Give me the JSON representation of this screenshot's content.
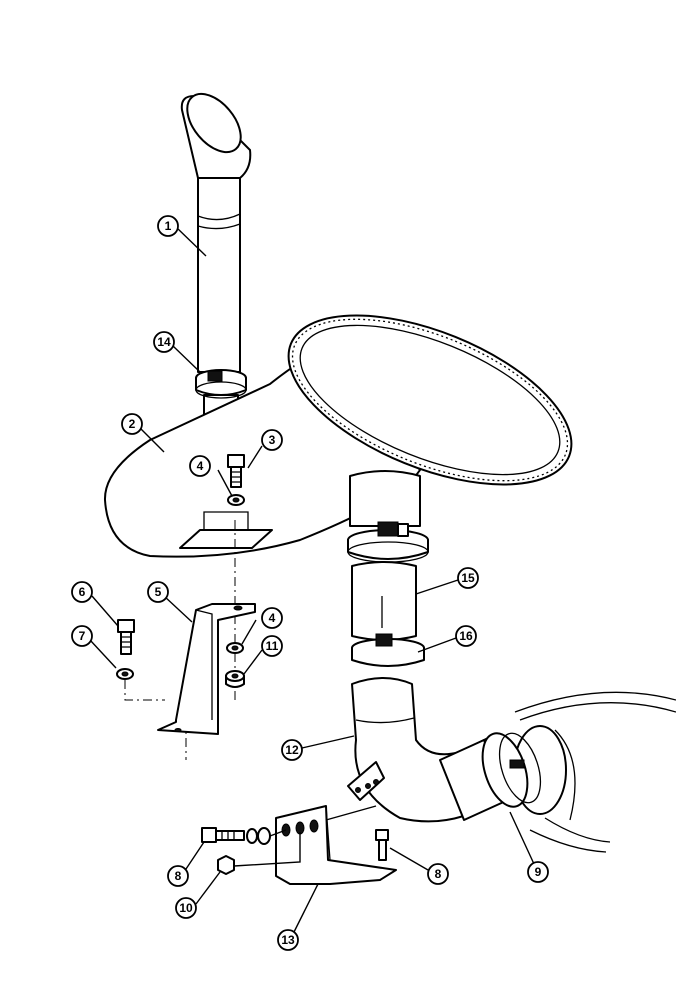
{
  "diagram": {
    "callouts": [
      {
        "id": "1",
        "label": "1"
      },
      {
        "id": "2",
        "label": "2"
      },
      {
        "id": "3",
        "label": "3"
      },
      {
        "id": "4a",
        "label": "4"
      },
      {
        "id": "4b",
        "label": "4"
      },
      {
        "id": "5",
        "label": "5"
      },
      {
        "id": "6",
        "label": "6"
      },
      {
        "id": "7",
        "label": "7"
      },
      {
        "id": "8a",
        "label": "8"
      },
      {
        "id": "8b",
        "label": "8"
      },
      {
        "id": "9",
        "label": "9"
      },
      {
        "id": "10",
        "label": "10"
      },
      {
        "id": "11",
        "label": "11"
      },
      {
        "id": "12",
        "label": "12"
      },
      {
        "id": "13",
        "label": "13"
      },
      {
        "id": "14",
        "label": "14"
      },
      {
        "id": "15",
        "label": "15"
      },
      {
        "id": "16",
        "label": "16"
      }
    ]
  }
}
